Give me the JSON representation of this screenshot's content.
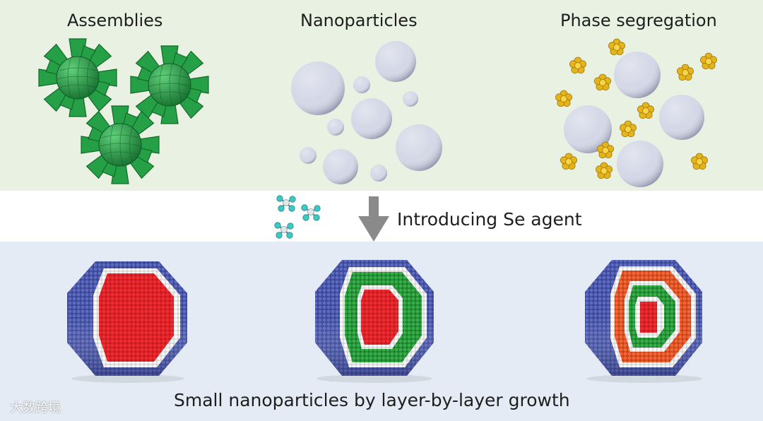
{
  "top": {
    "assemblies_label": "Assemblies",
    "nanoparticles_label": "Nanoparticles",
    "phase_label": "Phase segregation"
  },
  "middle": {
    "agent_label": "Introducing Se agent"
  },
  "bottom": {
    "growth_label": "Small nanoparticles by layer-by-layer growth"
  },
  "watermark": "大数跨境",
  "colors": {
    "assembly_green": "#2aa34a",
    "sphere_grey": "#c9ccdf",
    "gold": "#e6b820",
    "shell_blue": "#4a57a8",
    "core_red": "#e8262c",
    "ring_green": "#2e9e3e",
    "ring_orange": "#ec5a2a",
    "separator_white": "#f2f2f2",
    "agent_teal": "#3fc4c0",
    "arrow_grey": "#8a8a8a"
  }
}
